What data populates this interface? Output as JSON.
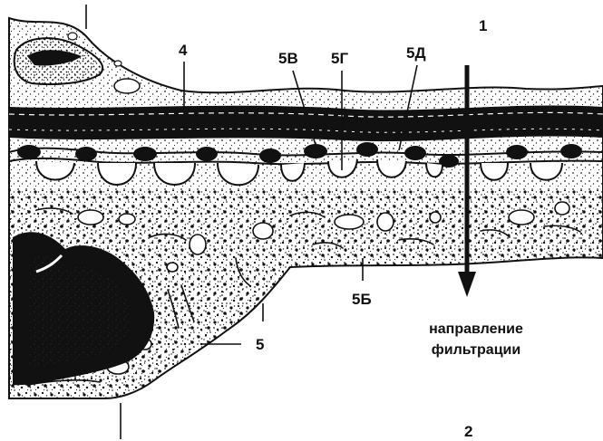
{
  "labels": {
    "l1": "1",
    "l2": "2",
    "l4": "4",
    "l5": "5",
    "l5b": "5Б",
    "l5v": "5В",
    "l5g": "5Г",
    "l5d": "5Д"
  },
  "caption": {
    "line1": "направление",
    "line2": "фильтрации"
  }
}
